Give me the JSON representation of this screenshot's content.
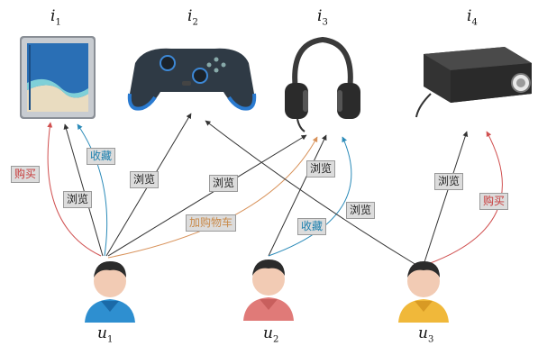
{
  "items": [
    {
      "label": "i",
      "sub": "1"
    },
    {
      "label": "i",
      "sub": "2"
    },
    {
      "label": "i",
      "sub": "3"
    },
    {
      "label": "i",
      "sub": "4"
    }
  ],
  "users": [
    {
      "label": "u",
      "sub": "1",
      "shirt": "#2e8fd0",
      "collar": "#1a6aa8"
    },
    {
      "label": "u",
      "sub": "2",
      "shirt": "#e07a78",
      "collar": "#c85f5d"
    },
    {
      "label": "u",
      "sub": "3",
      "shirt": "#f0b83a",
      "collar": "#d89a24"
    }
  ],
  "edge_labels": {
    "buy": "购买",
    "favorite": "收藏",
    "browse": "浏览",
    "add_to_cart": "加购物车"
  },
  "colors": {
    "buy": "#d05050",
    "favorite": "#2a8ab8",
    "browse": "#333333",
    "add_to_cart": "#d8925a"
  }
}
